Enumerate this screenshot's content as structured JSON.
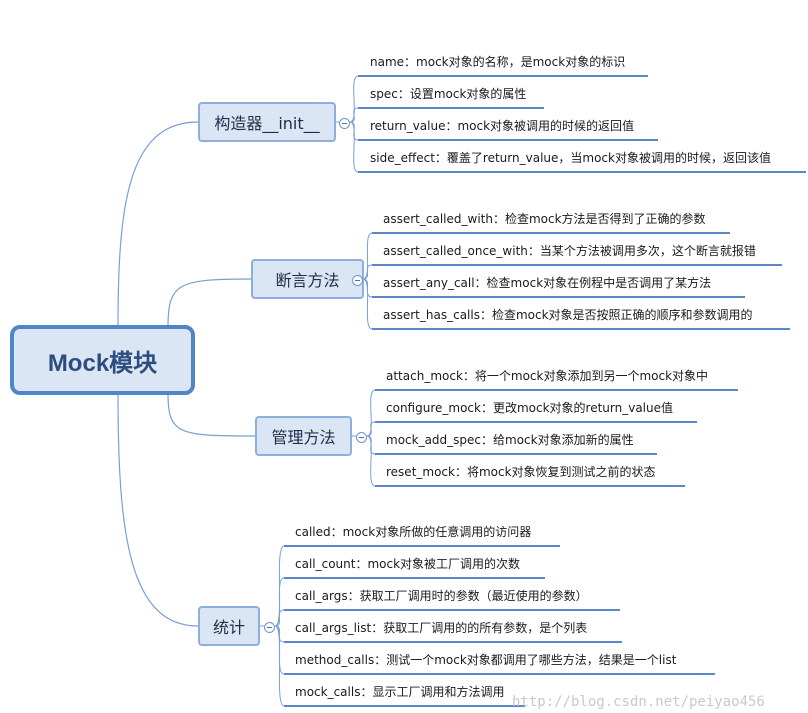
{
  "root": {
    "label": "Mock模块"
  },
  "branches": [
    {
      "label": "构造器__init__",
      "leaves": [
        "name：mock对象的名称，是mock对象的标识",
        "spec：设置mock对象的属性",
        "return_value：mock对象被调用的时候的返回值",
        "side_effect：覆盖了return_value，当mock对象被调用的时候，返回该值"
      ]
    },
    {
      "label": "断言方法",
      "leaves": [
        "assert_called_with：检查mock方法是否得到了正确的参数",
        "assert_called_once_with：当某个方法被调用多次，这个断言就报错",
        "assert_any_call：检查mock对象在例程中是否调用了某方法",
        "assert_has_calls：检查mock对象是否按照正确的顺序和参数调用的"
      ]
    },
    {
      "label": "管理方法",
      "leaves": [
        "attach_mock：将一个mock对象添加到另一个mock对象中",
        "configure_mock：更改mock对象的return_value值",
        "mock_add_spec：给mock对象添加新的属性",
        "reset_mock：将mock对象恢复到测试之前的状态"
      ]
    },
    {
      "label": "统计",
      "leaves": [
        "called：mock对象所做的任意调用的访问器",
        "call_count：mock对象被工厂调用的次数",
        "call_args：获取工厂调用时的参数（最近使用的参数）",
        "call_args_list：获取工厂调用的的所有参数，是个列表",
        "method_calls：测试一个mock对象都调用了哪些方法，结果是一个list",
        "mock_calls：显示工厂调用和方法调用"
      ]
    }
  ],
  "watermark": "http://blog.csdn.net/peiyao456",
  "colors": {
    "accent": "#4f86c9",
    "connector": "#7a9fd6",
    "node_fill": "#dbe6f4"
  }
}
